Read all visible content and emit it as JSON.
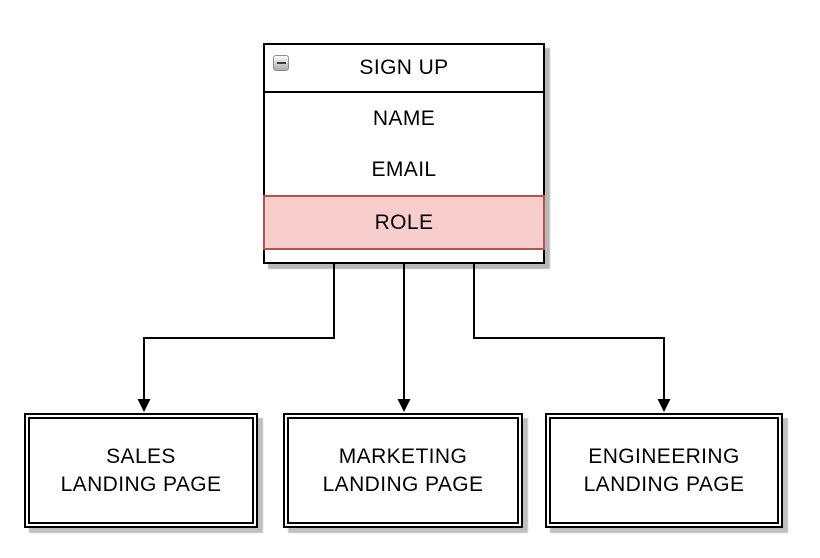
{
  "diagram": {
    "signup_node": {
      "title": "SIGN UP",
      "collapse_icon": "minus",
      "fields": [
        {
          "id": "name",
          "label": "NAME",
          "highlighted": false
        },
        {
          "id": "email",
          "label": "EMAIL",
          "highlighted": false
        },
        {
          "id": "role",
          "label": "ROLE",
          "highlighted": true
        }
      ]
    },
    "landing_pages": [
      {
        "id": "sales",
        "line1": "SALES",
        "line2": "LANDING PAGE"
      },
      {
        "id": "marketing",
        "line1": "MARKETING",
        "line2": "LANDING PAGE"
      },
      {
        "id": "engineering",
        "line1": "ENGINEERING",
        "line2": "LANDING PAGE"
      }
    ],
    "edges": [
      {
        "from": "SIGN UP",
        "to": "SALES LANDING PAGE",
        "style": "orthogonal, solid arrowhead"
      },
      {
        "from": "SIGN UP",
        "to": "MARKETING LANDING PAGE",
        "style": "straight, solid arrowhead"
      },
      {
        "from": "SIGN UP",
        "to": "ENGINEERING LANDING PAGE",
        "style": "orthogonal, solid arrowhead"
      }
    ],
    "colors": {
      "node_border": "#000000",
      "node_fill": "#FFFFFF",
      "highlight_fill": "#F8CECC",
      "highlight_border": "#B85450",
      "connector": "#000000"
    }
  }
}
